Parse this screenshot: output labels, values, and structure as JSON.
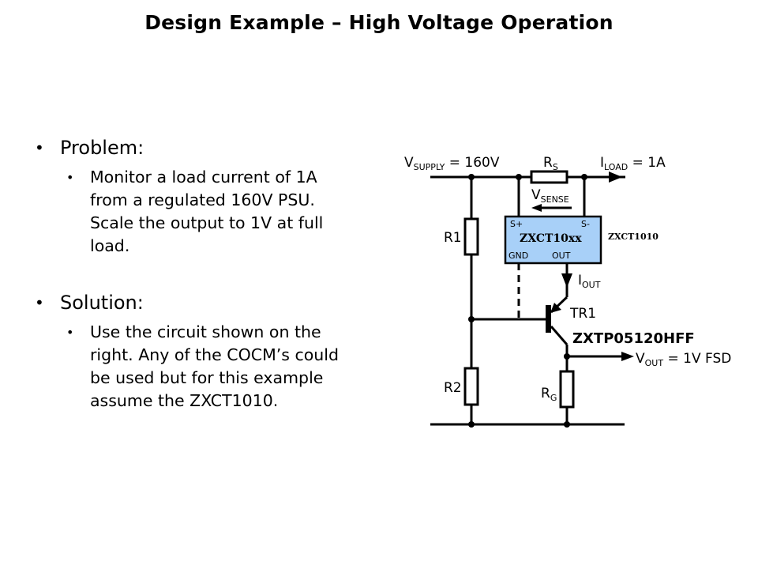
{
  "slide": {
    "title": "Design Example – High Voltage Operation",
    "sections": [
      {
        "heading": "Problem:",
        "body": [
          "Monitor a load current of 1A",
          "from a regulated 160V PSU.",
          "Scale the output to 1V at full",
          "load."
        ]
      },
      {
        "heading": "Solution:",
        "body": [
          "Use the circuit shown on the",
          "right. Any of the COCM’s could",
          "be used but for this example",
          "assume the ZXCT1010."
        ]
      }
    ],
    "bullet_glyph": "•"
  },
  "circuit": {
    "vsupply": {
      "main": "V",
      "sub": "SUPPLY",
      "rest": " = 160V"
    },
    "rs": {
      "main": "R",
      "sub": "S"
    },
    "iload": {
      "main": "I",
      "sub": "LOAD",
      "rest": " = 1A"
    },
    "vsense": {
      "main": "V",
      "sub": "SENSE"
    },
    "r1": "R1",
    "r2": "R2",
    "rg": {
      "main": "R",
      "sub": "G"
    },
    "ic": {
      "name": "ZXCT10xx",
      "pin_splus": "S+",
      "pin_sminus": "S-",
      "pin_gnd": "GND",
      "pin_out": "OUT",
      "part": "ZXCT1010",
      "fill": "#a8d0f8"
    },
    "iout": {
      "main": "I",
      "sub": "OUT"
    },
    "tr1": "TR1",
    "transistor_part": "ZXTP05120HFF",
    "vout": {
      "main": "V",
      "sub": "OUT",
      "rest": " = 1V FSD"
    }
  }
}
